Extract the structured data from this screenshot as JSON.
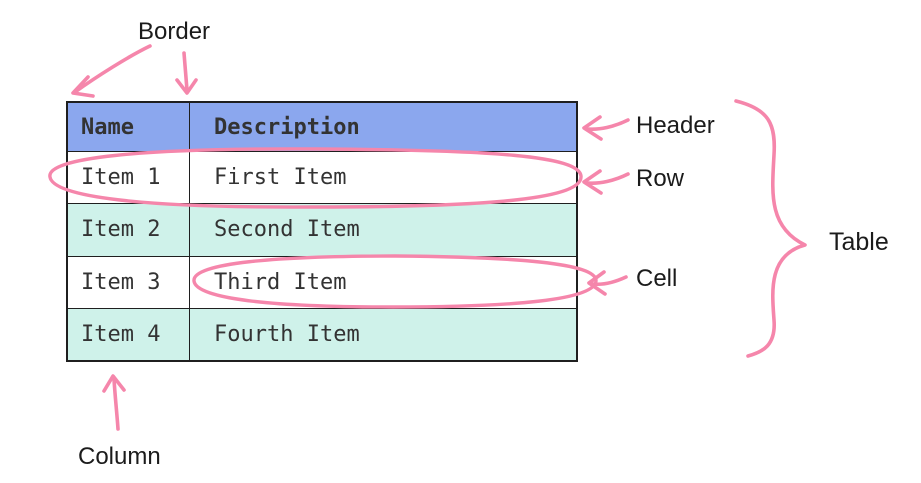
{
  "table": {
    "columns": [
      {
        "label": "Name"
      },
      {
        "label": "Description"
      }
    ],
    "rows": [
      {
        "name": "Item 1",
        "description": "First Item"
      },
      {
        "name": "Item 2",
        "description": "Second Item"
      },
      {
        "name": "Item 3",
        "description": "Third Item"
      },
      {
        "name": "Item 4",
        "description": "Fourth Item"
      }
    ]
  },
  "annotations": {
    "border_label": "Border",
    "header_label": "Header",
    "row_label": "Row",
    "cell_label": "Cell",
    "table_label": "Table",
    "column_label": "Column"
  },
  "colors": {
    "header_bg": "#8ba7ee",
    "stripe_row_bg": "#cff2ea",
    "plain_row_bg": "#ffffff",
    "table_border": "#1f1f1f",
    "table_text": "#333333",
    "label_text": "#1b1b1b",
    "annotation_pink": "#f586ab"
  }
}
